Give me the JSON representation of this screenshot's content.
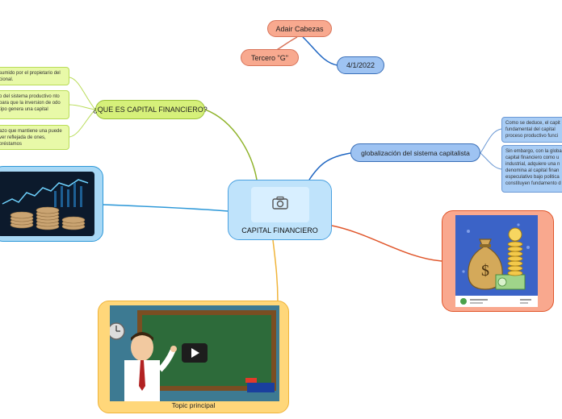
{
  "central": {
    "title": "CAPITAL FINANCIERO",
    "icon": "camera-icon"
  },
  "top_nodes": {
    "author": "Adair Cabezas",
    "grade": "Tercero \"G\"",
    "date": "4/1/2022"
  },
  "left_topic": {
    "title": "¿QUE ES CAPITAL FINANCIERO?",
    "notes": [
      "sumido por el propietario del cional.",
      "o del sistema productivo nto para que la inversion de odo tipo genera una capital",
      "azo que mantiene una puede ver reflejada de ones, préstamos"
    ]
  },
  "right_topic": {
    "title": "globalización del sistema capitalista",
    "notes": [
      "Como se deduce, el capit fundamental del capital proceso productivo funci",
      "Sin embargo, con la globa capital financiero como u industrial, adquiere una n denomina al capital finan especulativo bajo politica constituyen fundamento d"
    ]
  },
  "video": {
    "caption": "Topic principal",
    "icon": "play-icon"
  },
  "colors": {
    "central_border": "#4aa1e0",
    "green_link": "#8fb32a",
    "blue_link": "#1f66c2",
    "orange_link": "#e0562b",
    "yellow_link": "#f0b43a",
    "sky_link": "#2d98d8"
  }
}
